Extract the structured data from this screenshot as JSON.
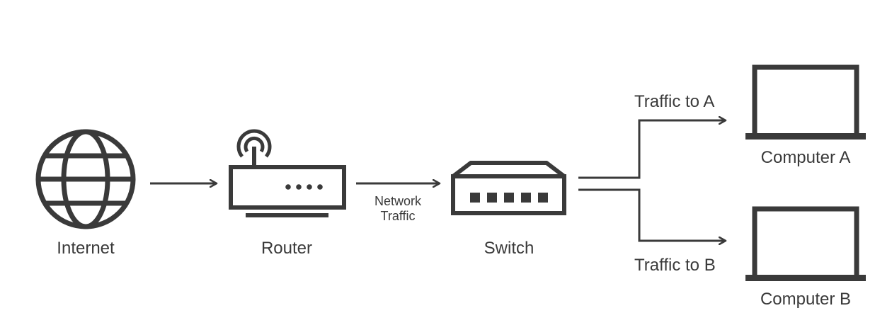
{
  "colors": {
    "stroke": "#3a3a3a",
    "background": "#ffffff"
  },
  "nodes": {
    "internet": {
      "label": "Internet",
      "icon": "globe-icon"
    },
    "router": {
      "label": "Router",
      "icon": "router-icon"
    },
    "switch": {
      "label": "Switch",
      "icon": "network-switch-icon"
    },
    "computer_a": {
      "label": "Computer A",
      "icon": "laptop-icon"
    },
    "computer_b": {
      "label": "Computer B",
      "icon": "laptop-icon"
    }
  },
  "edges": {
    "router_to_switch": {
      "label_line1": "Network",
      "label_line2": "Traffic"
    },
    "switch_to_a": {
      "label": "Traffic to A"
    },
    "switch_to_b": {
      "label": "Traffic to B"
    }
  }
}
